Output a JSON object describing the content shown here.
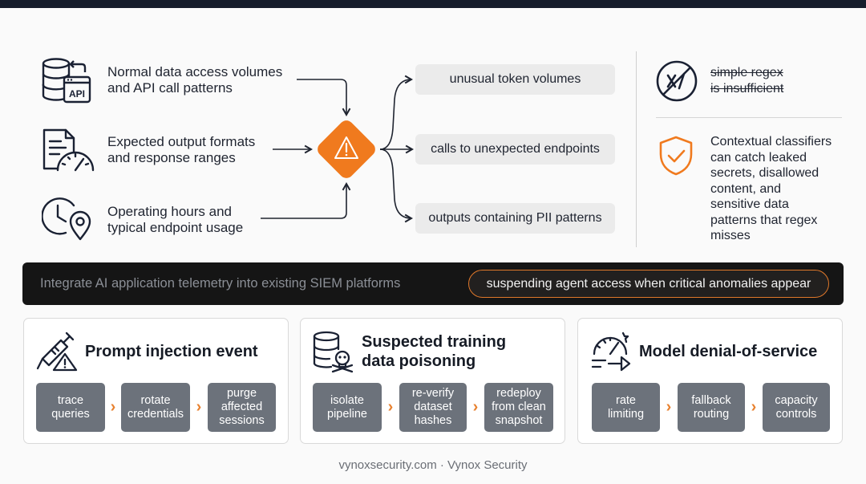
{
  "signals": [
    {
      "icon": "database-api-icon",
      "line1": "Normal data access volumes",
      "line2": "and API call patterns"
    },
    {
      "icon": "document-gauge-icon",
      "line1": "Expected output formats",
      "line2": "and response ranges"
    },
    {
      "icon": "clock-location-icon",
      "line1": "Operating hours and",
      "line2": "typical endpoint usage"
    }
  ],
  "hub_icon": "warning-diamond-icon",
  "api_badge": "API",
  "anomalies": [
    "unusual token volumes",
    "calls to unexpected endpoints",
    "outputs containing PII patterns"
  ],
  "side_panel": {
    "struck_line1": "simple regex",
    "struck_line2": "is insufficient",
    "classifier_lines": [
      "Contextual classifiers",
      "can catch leaked",
      "secrets, disallowed",
      "content, and",
      "sensitive data",
      "patterns that regex",
      "misses"
    ]
  },
  "banner": {
    "left_text": "Integrate AI application telemetry into existing SIEM platforms",
    "pill_text": "suspending agent access when critical anomalies appear"
  },
  "playbooks": [
    {
      "icon": "syringe-warning-icon",
      "title_line1": "Prompt injection event",
      "title_line2": "",
      "steps": [
        {
          "line1": "trace",
          "line2": "queries",
          "line3": ""
        },
        {
          "line1": "rotate",
          "line2": "credentials",
          "line3": ""
        },
        {
          "line1": "purge",
          "line2": "affected",
          "line3": "sessions"
        }
      ]
    },
    {
      "icon": "database-skull-icon",
      "title_line1": "Suspected training",
      "title_line2": "data poisoning",
      "steps": [
        {
          "line1": "isolate",
          "line2": "pipeline",
          "line3": ""
        },
        {
          "line1": "re-verify",
          "line2": "dataset",
          "line3": "hashes"
        },
        {
          "line1": "redeploy",
          "line2": "from clean",
          "line3": "snapshot"
        }
      ]
    },
    {
      "icon": "gauge-throttle-icon",
      "title_line1": "Model denial-of-service",
      "title_line2": "",
      "steps": [
        {
          "line1": "rate",
          "line2": "limiting",
          "line3": ""
        },
        {
          "line1": "fallback",
          "line2": "routing",
          "line3": ""
        },
        {
          "line1": "capacity",
          "line2": "controls",
          "line3": ""
        }
      ]
    }
  ],
  "step_separator": "›",
  "footer": "vynoxsecurity.com · Vynox Security",
  "colors": {
    "accent": "#f07a1e",
    "dark": "#1a2133",
    "step_fill": "#6c727b",
    "banner": "#151515"
  }
}
